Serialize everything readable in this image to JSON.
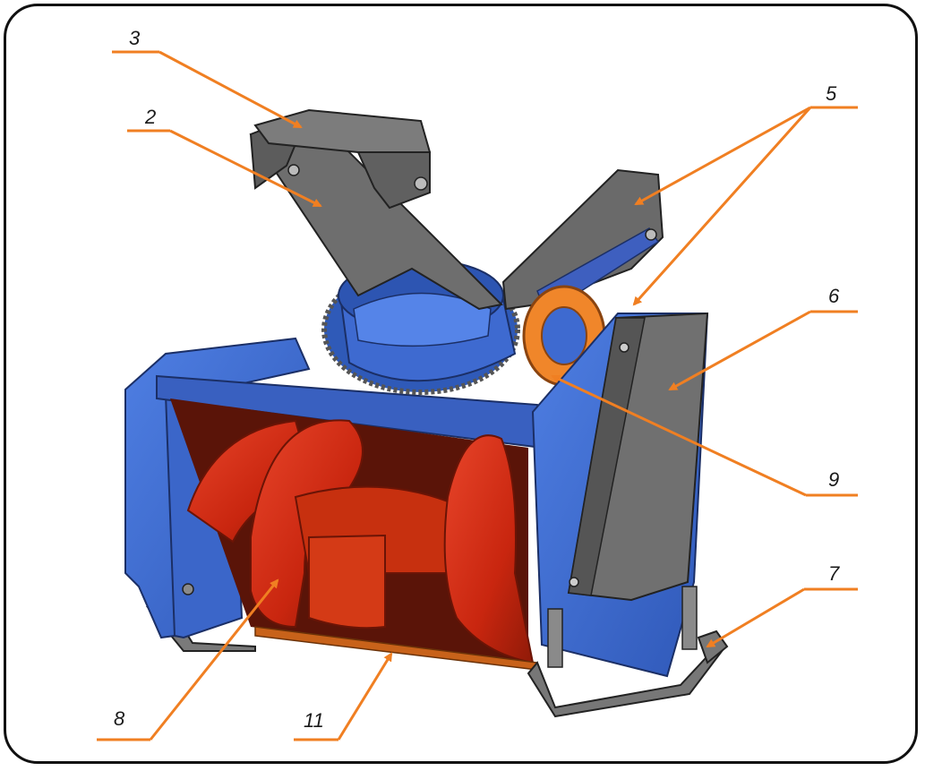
{
  "figure": {
    "accent_color": "#f07f22",
    "body_color": "#3d6bd1",
    "auger_color": "#cc2e12",
    "chute_color": "#6e6e6e",
    "outline_color": "#111111"
  },
  "callouts": [
    {
      "id": "3",
      "text": "3"
    },
    {
      "id": "2",
      "text": "2"
    },
    {
      "id": "5",
      "text": "5"
    },
    {
      "id": "6",
      "text": "6"
    },
    {
      "id": "9",
      "text": "9"
    },
    {
      "id": "7",
      "text": "7"
    },
    {
      "id": "8",
      "text": "8"
    },
    {
      "id": "11",
      "text": "11"
    }
  ]
}
